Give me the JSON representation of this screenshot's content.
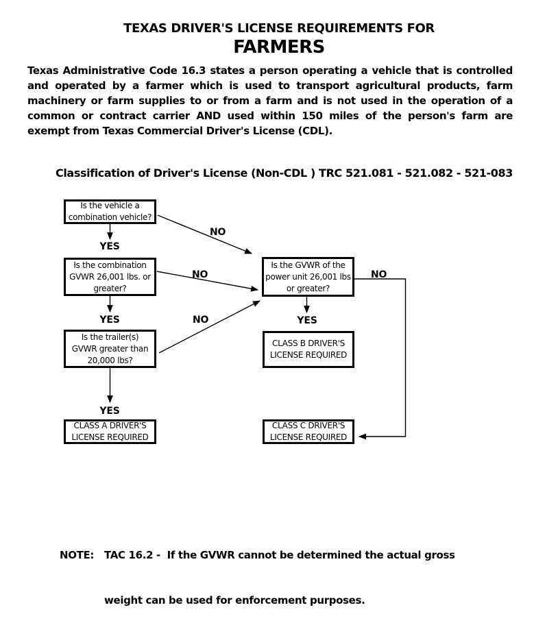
{
  "document": {
    "title_line1": "TEXAS DRIVER'S LICENSE REQUIREMENTS FOR",
    "title_line2": "FARMERS",
    "intro_paragraph": "Texas Administrative Code 16.3 states a person operating a vehicle that is controlled and operated by a farmer which is used to transport agricultural products, farm machinery or farm supplies to or from a farm and is not used in the operation of a common or contract carrier AND used within 150 miles of the person's farm are exempt from Texas Commercial Driver's License (CDL).",
    "flowchart_heading": "Classification of Driver's License (Non-CDL ) TRC 521.081 - 521.082 - 521-083",
    "note": {
      "label": "NOTE:",
      "line1": "TAC 16.2 -  If the GVWR cannot be determined the actual gross",
      "line2": "weight can be used for enforcement purposes."
    }
  },
  "flowchart": {
    "nodes": {
      "q_combination": {
        "lines": [
          "Is the vehicle a",
          "combination vehicle?"
        ]
      },
      "q_combination_gvwr": {
        "lines": [
          "Is the combination",
          "GVWR 26,001 lbs. or",
          "greater?"
        ]
      },
      "q_power_unit_gvwr": {
        "lines": [
          "Is the GVWR of the",
          "power unit 26,001 lbs",
          "or greater?"
        ]
      },
      "q_trailer_gvwr": {
        "lines": [
          "Is the trailer(s)",
          "GVWR greater than",
          "20,000 lbs?"
        ]
      },
      "result_class_a": {
        "lines": [
          "CLASS A DRIVER'S",
          "LICENSE REQUIRED"
        ]
      },
      "result_class_b": {
        "lines": [
          "CLASS B DRIVER'S",
          "LICENSE REQUIRED"
        ]
      },
      "result_class_c": {
        "lines": [
          "CLASS C DRIVER'S",
          "LICENSE REQUIRED"
        ]
      }
    },
    "labels": {
      "yes": "YES",
      "no": "NO"
    },
    "colors": {
      "ink": "#000000",
      "background": "#ffffff"
    }
  }
}
